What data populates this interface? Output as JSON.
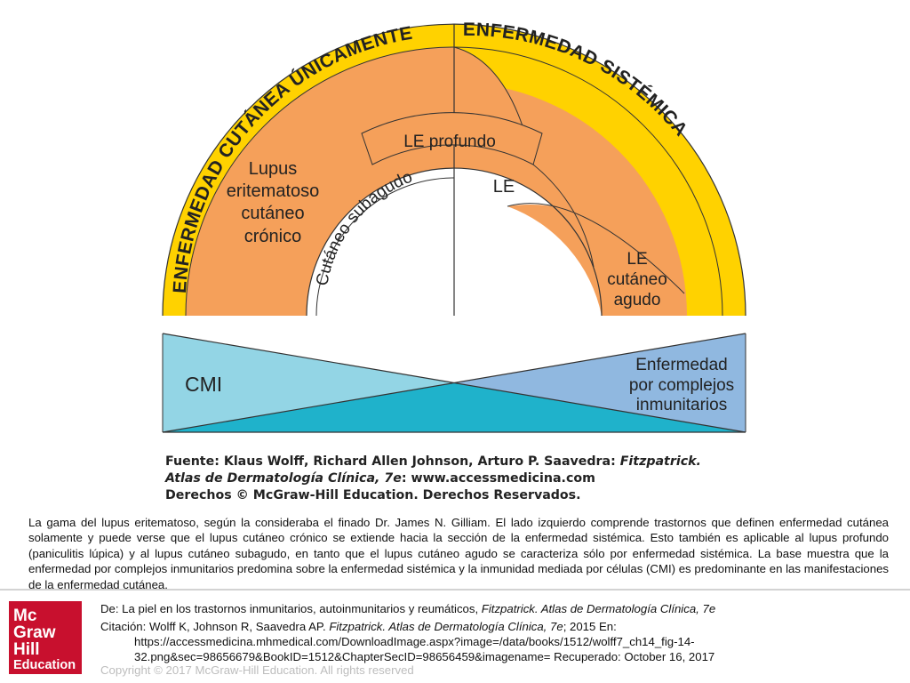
{
  "figure": {
    "arch_outer": {
      "left": "ENFERMEDAD CUTÁNEA ÚNICAMENTE",
      "right": "ENFERMEDAD SISTÉMICA"
    },
    "regions": {
      "chronic": [
        "Lupus",
        "eritematoso",
        "cutáneo",
        "crónico"
      ],
      "profundo": "LE profundo",
      "subagudo": "Cutáneo subagudo",
      "le": "LE",
      "agudo": [
        "LE",
        "cutáneo",
        "agudo"
      ]
    },
    "bottom": {
      "left": "CMI",
      "right": [
        "Enfermedad",
        "por complejos",
        "inmunitarios"
      ]
    },
    "source": [
      {
        "prefix": "Fuente: Klaus Wolff, Richard Allen Johnson, Arturo P. Saavedra: ",
        "italic": "Fitzpatrick."
      },
      {
        "italic": "Atlas de Dermatología Clínica, 7e",
        "suffix": ": www.accessmedicina.com"
      },
      {
        "prefix": "Derechos © McGraw-Hill Education. Derechos Reservados."
      }
    ],
    "colors": {
      "orange": "#F5A05A",
      "yellow": "#FFD200",
      "light_blue": "#93D5E5",
      "teal": "#1FB2CB",
      "blue": "#90B8E0"
    }
  },
  "caption": "La gama del lupus eritematoso, según la consideraba el finado Dr. James N. Gilliam. El lado izquierdo comprende trastornos que definen enfermedad cutánea solamente y puede verse que el lupus cutáneo crónico se extiende hacia la sección de la enfermedad sistémica. Esto también es aplicable al lupus profundo (paniculitis lúpica) y al lupus cutáneo subagudo, en tanto que el lupus cutáneo agudo se caracteriza sólo por enfermedad sistémica. La base muestra que la enfermedad por complejos inmunitarios predomina sobre la enfermedad sistémica y la inmunidad mediada por células (CMI) es predominante en las manifestaciones de la enfermedad cutánea.",
  "logo": {
    "line1": "Mc",
    "line2": "Graw",
    "line3": "Hill",
    "line4": "Education"
  },
  "meta": {
    "de_prefix": "De: La piel en los trastornos inmunitarios, autoinmunitarios y reumáticos, ",
    "de_italic": "Fitzpatrick. Atlas de Dermatología Clínica, 7e",
    "cit_prefix": "Citación: Wolff K, Johnson R, Saavedra AP",
    "cit_dot": ". ",
    "cit_italic": "Fitzpatrick. Atlas de Dermatología Clínica, 7e",
    "cit_suffix": "; 2015 En:",
    "url1": "https://accessmedicina.mhmedical.com/DownloadImage.aspx?image=/data/books/1512/wolff7_ch14_fig-14-",
    "url2": "32.png&sec=98656679&BookID=1512&ChapterSecID=98656459&imagename= Recuperado: October 16, 2017",
    "copyright": "Copyright © 2017 McGraw-Hill Education. All rights reserved"
  }
}
